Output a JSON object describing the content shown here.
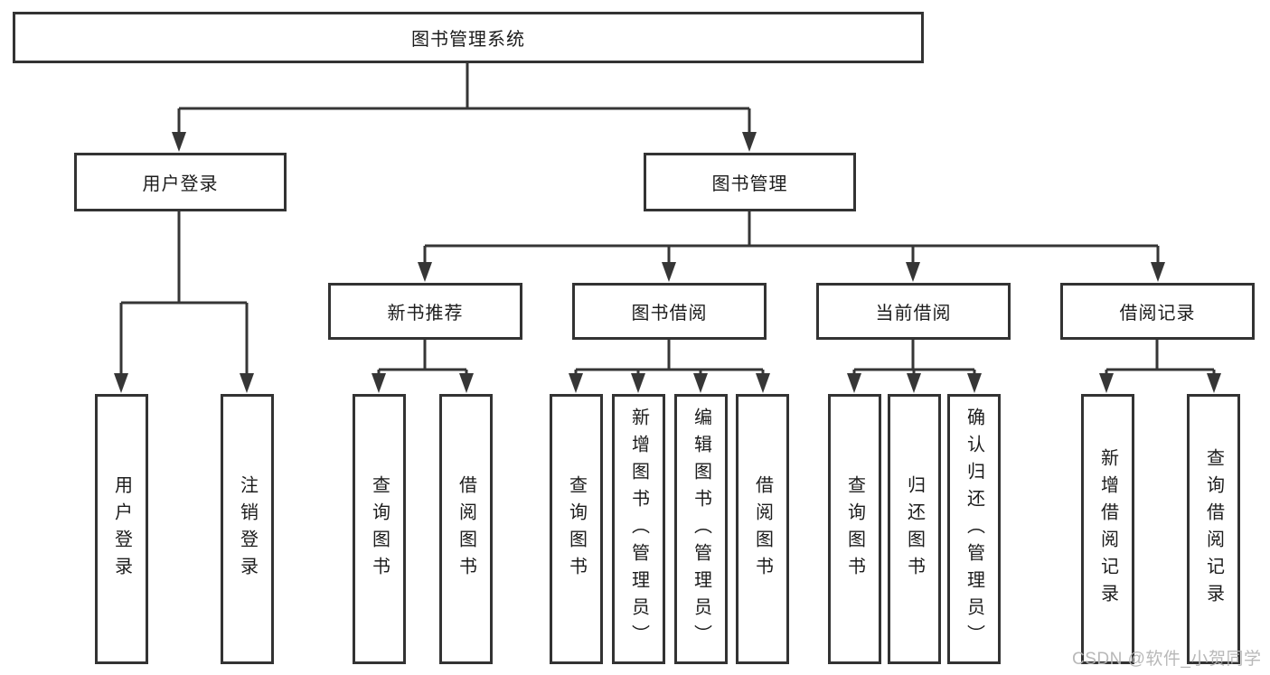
{
  "diagram_title": "图书管理系统",
  "tree": {
    "root": {
      "label": "图书管理系统"
    },
    "user_login": {
      "label": "用户登录",
      "children": [
        "用户登录",
        "注销登录"
      ]
    },
    "book_mgmt": {
      "label": "图书管理"
    },
    "new_book_rec": {
      "label": "新书推荐",
      "children": [
        "查询图书",
        "借阅图书"
      ]
    },
    "book_borrow": {
      "label": "图书借阅",
      "children": [
        "查询图书",
        "新增图书（管理员）",
        "编辑图书（管理员）",
        "借阅图书"
      ]
    },
    "current_borrow": {
      "label": "当前借阅",
      "children": [
        "查询图书",
        "归还图书",
        "确认归还（管理员）"
      ]
    },
    "borrow_record": {
      "label": "借阅记录",
      "children": [
        "新增借阅记录",
        "查询借阅记录"
      ]
    }
  },
  "watermark": "CSDN @软件_小贺同学",
  "colors": {
    "line": "#363636",
    "box_border": "#333333",
    "text": "#1c1c1c",
    "background": "#ffffff",
    "watermark": "#b5b5b5"
  }
}
